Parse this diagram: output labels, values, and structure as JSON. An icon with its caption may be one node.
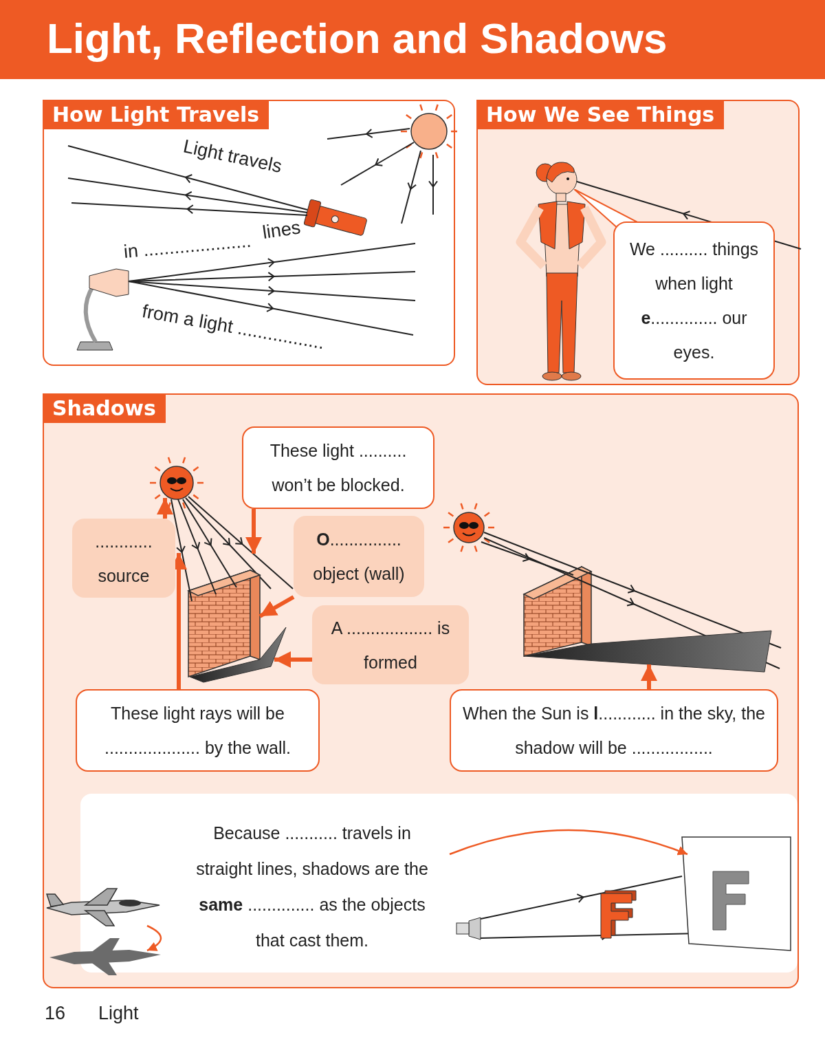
{
  "diagram": {
    "title": "Light, Reflection and Shadows",
    "nodes": [
      {
        "text": [
          "How Light Travels"
        ]
      },
      {
        "text": [
          "How We See Things"
        ]
      },
      {
        "text": [
          "We .......... things when light **e**.............. our eyes."
        ],
        "in": 1
      },
      {
        "text": [
          "Shadows"
        ]
      },
      {
        "text": [
          "These light .......... won’t be blocked."
        ],
        "in": 3
      },
      {
        "text": [
          "............ source"
        ],
        "in": 3
      },
      {
        "text": [
          "**O**............... object (wall)"
        ],
        "in": 3
      },
      {
        "text": [
          "A .................. is formed"
        ],
        "in": 3
      },
      {
        "text": [
          "These light rays will be .................... by the wall."
        ],
        "in": 3
      },
      {
        "text": [
          "When the Sun is **l**............ in the sky, the shadow will be ................."
        ],
        "in": 3
      },
      {
        "text": [
          "Because ........... travels in straight lines, shadows are the **same** .............. as the objects that cast them."
        ],
        "in": 3
      },
      {
        "text": [],
        "shape": "picture",
        "in": 3
      },
      {
        "text": [],
        "shape": "picture",
        "in": 3
      },
      {
        "text": [],
        "shape": "picture",
        "in": 3
      },
      {
        "text": [],
        "shape": "picture",
        "in": 3
      },
      {
        "text": [],
        "shape": "picture",
        "in": 3
      },
      {
        "text": [],
        "shape": "picture",
        "in": 3
      },
      {
        "text": [],
        "shape": "picture",
        "in": 3
      },
      {
        "text": [],
        "shape": "picture",
        "in": 3
      },
      {
        "text": [],
        "shape": "picture",
        "in": 3
      }
    ],
    "edges": [
      {
        "from": 5,
        "to": 11,
        "arrow": "to"
      },
      {
        "from": 4,
        "to": 12,
        "arrow": "to"
      },
      {
        "from": 6,
        "to": 13,
        "arrow": "to"
      },
      {
        "from": 7,
        "to": 14,
        "arrow": "to"
      },
      {
        "from": 8,
        "to": 15,
        "arrow": "to"
      },
      {
        "from": 9,
        "to": 16,
        "arrow": "to"
      },
      {
        "from": 17,
        "to": 18,
        "arrow": "to"
      },
      {
        "from": 10,
        "to": 19,
        "arrow": "to"
      }
    ],
    "labels": [
      "Light travels",
      "lines",
      "in .....................",
      "from a light .................",
      "16",
      "Light"
    ]
  }
}
